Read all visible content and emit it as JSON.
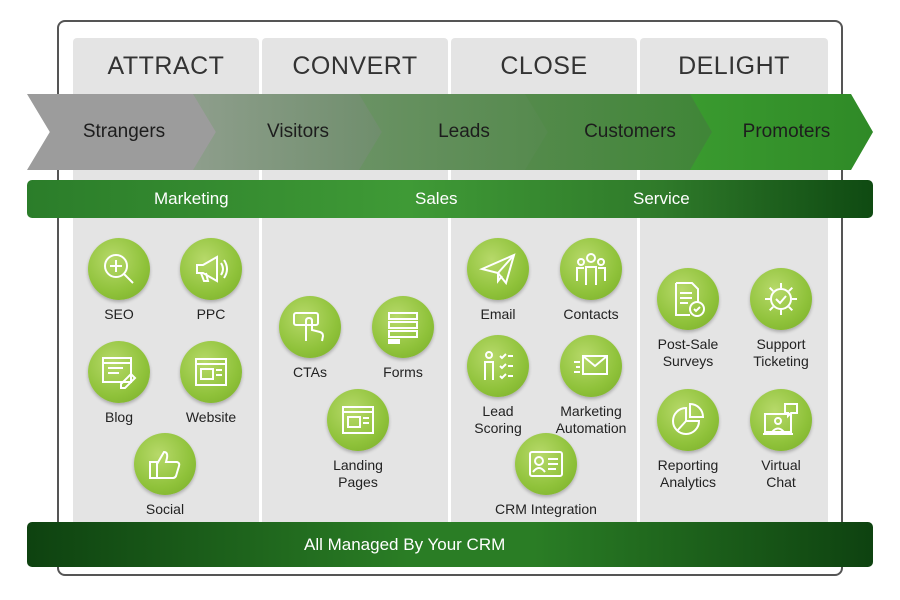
{
  "stages": [
    {
      "title": "ATTRACT"
    },
    {
      "title": "CONVERT"
    },
    {
      "title": "CLOSE"
    },
    {
      "title": "DELIGHT"
    }
  ],
  "arrows": [
    {
      "label": "Strangers",
      "color": "#9a9a9a"
    },
    {
      "label": "Visitors",
      "color": "#7f9a7d"
    },
    {
      "label": "Leads",
      "color": "#5f8f57"
    },
    {
      "label": "Customers",
      "color": "#4a8a41"
    },
    {
      "label": "Promoters",
      "color": "#3a9a2f"
    }
  ],
  "band_top": {
    "marketing": "Marketing",
    "sales": "Sales",
    "service": "Service"
  },
  "band_bottom": {
    "label": "All Managed By Your CRM"
  },
  "tools": {
    "seo": {
      "label": "SEO",
      "icon": "magnifier-plus-icon"
    },
    "ppc": {
      "label": "PPC",
      "icon": "megaphone-icon"
    },
    "blog": {
      "label": "Blog",
      "icon": "blog-window-icon"
    },
    "website": {
      "label": "Website",
      "icon": "browser-window-icon"
    },
    "social": {
      "label": "Social",
      "icon": "thumbs-up-icon"
    },
    "ctas": {
      "label": "CTAs",
      "icon": "pointer-hand-icon"
    },
    "forms": {
      "label": "Forms",
      "icon": "form-icon"
    },
    "landing": {
      "label": "Landing\nPages",
      "icon": "landing-page-icon"
    },
    "email": {
      "label": "Email",
      "icon": "paper-plane-icon"
    },
    "contacts": {
      "label": "Contacts",
      "icon": "people-icon"
    },
    "lead_scoring": {
      "label": "Lead\nScoring",
      "icon": "checklist-person-icon"
    },
    "marketing_automation": {
      "label": "Marketing\nAutomation",
      "icon": "fast-envelope-icon"
    },
    "crm_integration": {
      "label": "CRM Integration",
      "icon": "id-card-icon"
    },
    "post_sale_surveys": {
      "label": "Post-Sale\nSurveys",
      "icon": "survey-document-icon"
    },
    "support_ticketing": {
      "label": "Support\nTicketing",
      "icon": "gear-check-icon"
    },
    "reporting_analytics": {
      "label": "Reporting\nAnalytics",
      "icon": "pie-chart-icon"
    },
    "virtual_chat": {
      "label": "Virtual\nChat",
      "icon": "chat-person-icon"
    }
  }
}
